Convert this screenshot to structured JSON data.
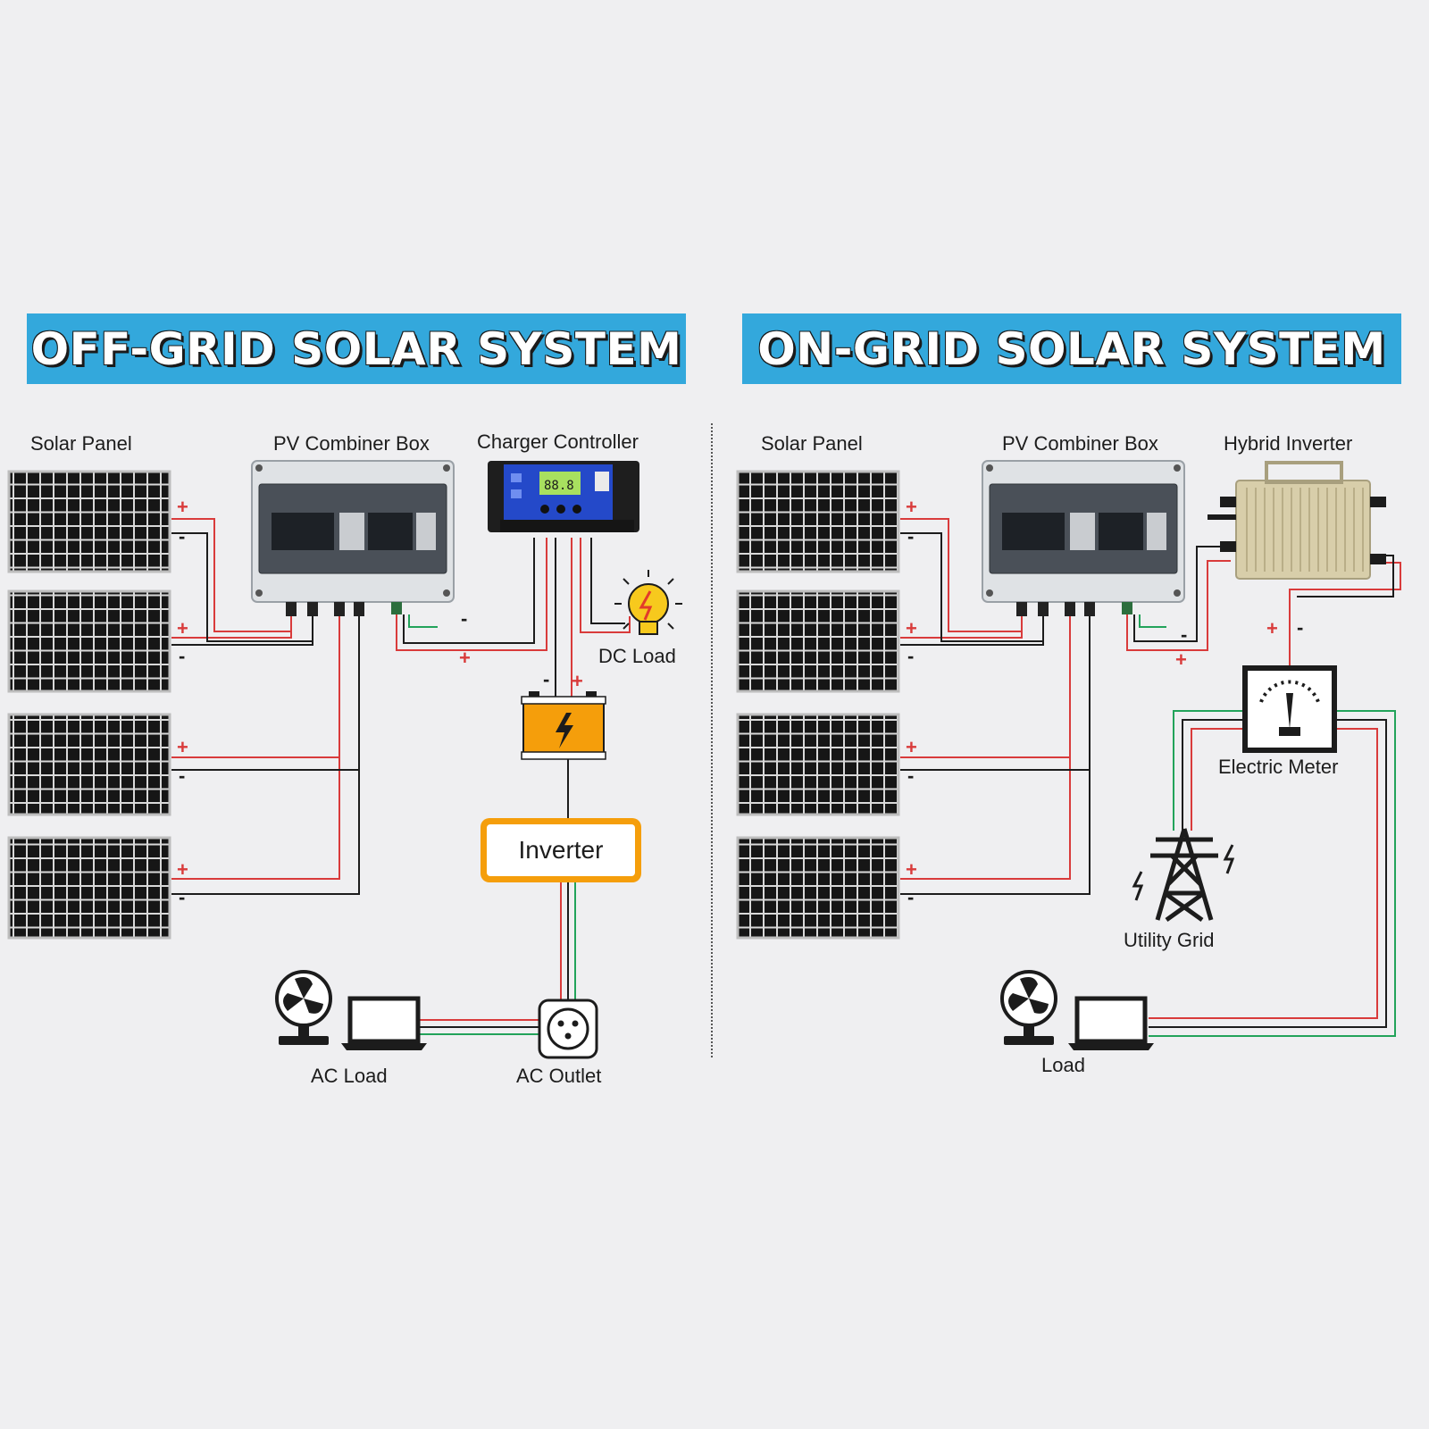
{
  "off_grid": {
    "title": "OFF-GRID SOLAR SYSTEM",
    "labels": {
      "solar_panel": "Solar Panel",
      "combiner_box": "PV Combiner Box",
      "charger_controller": "Charger Controller",
      "dc_load": "DC Load",
      "inverter": "Inverter",
      "ac_load": "AC Load",
      "ac_outlet": "AC Outlet"
    },
    "controller_display": "88.8"
  },
  "on_grid": {
    "title": "ON-GRID SOLAR SYSTEM",
    "labels": {
      "solar_panel": "Solar Panel",
      "combiner_box": "PV Combiner Box",
      "hybrid_inverter": "Hybrid Inverter",
      "electric_meter": "Electric Meter",
      "utility_grid": "Utility Grid",
      "load": "Load"
    }
  },
  "polarity": {
    "plus": "+",
    "minus": "-"
  },
  "colors": {
    "banner": "#33a8dc",
    "positive_wire": "#d93b3b",
    "negative_wire": "#1c1c1c",
    "ground_wire": "#22a35a",
    "battery": "#f59e0b",
    "controller": "#2449c9"
  }
}
